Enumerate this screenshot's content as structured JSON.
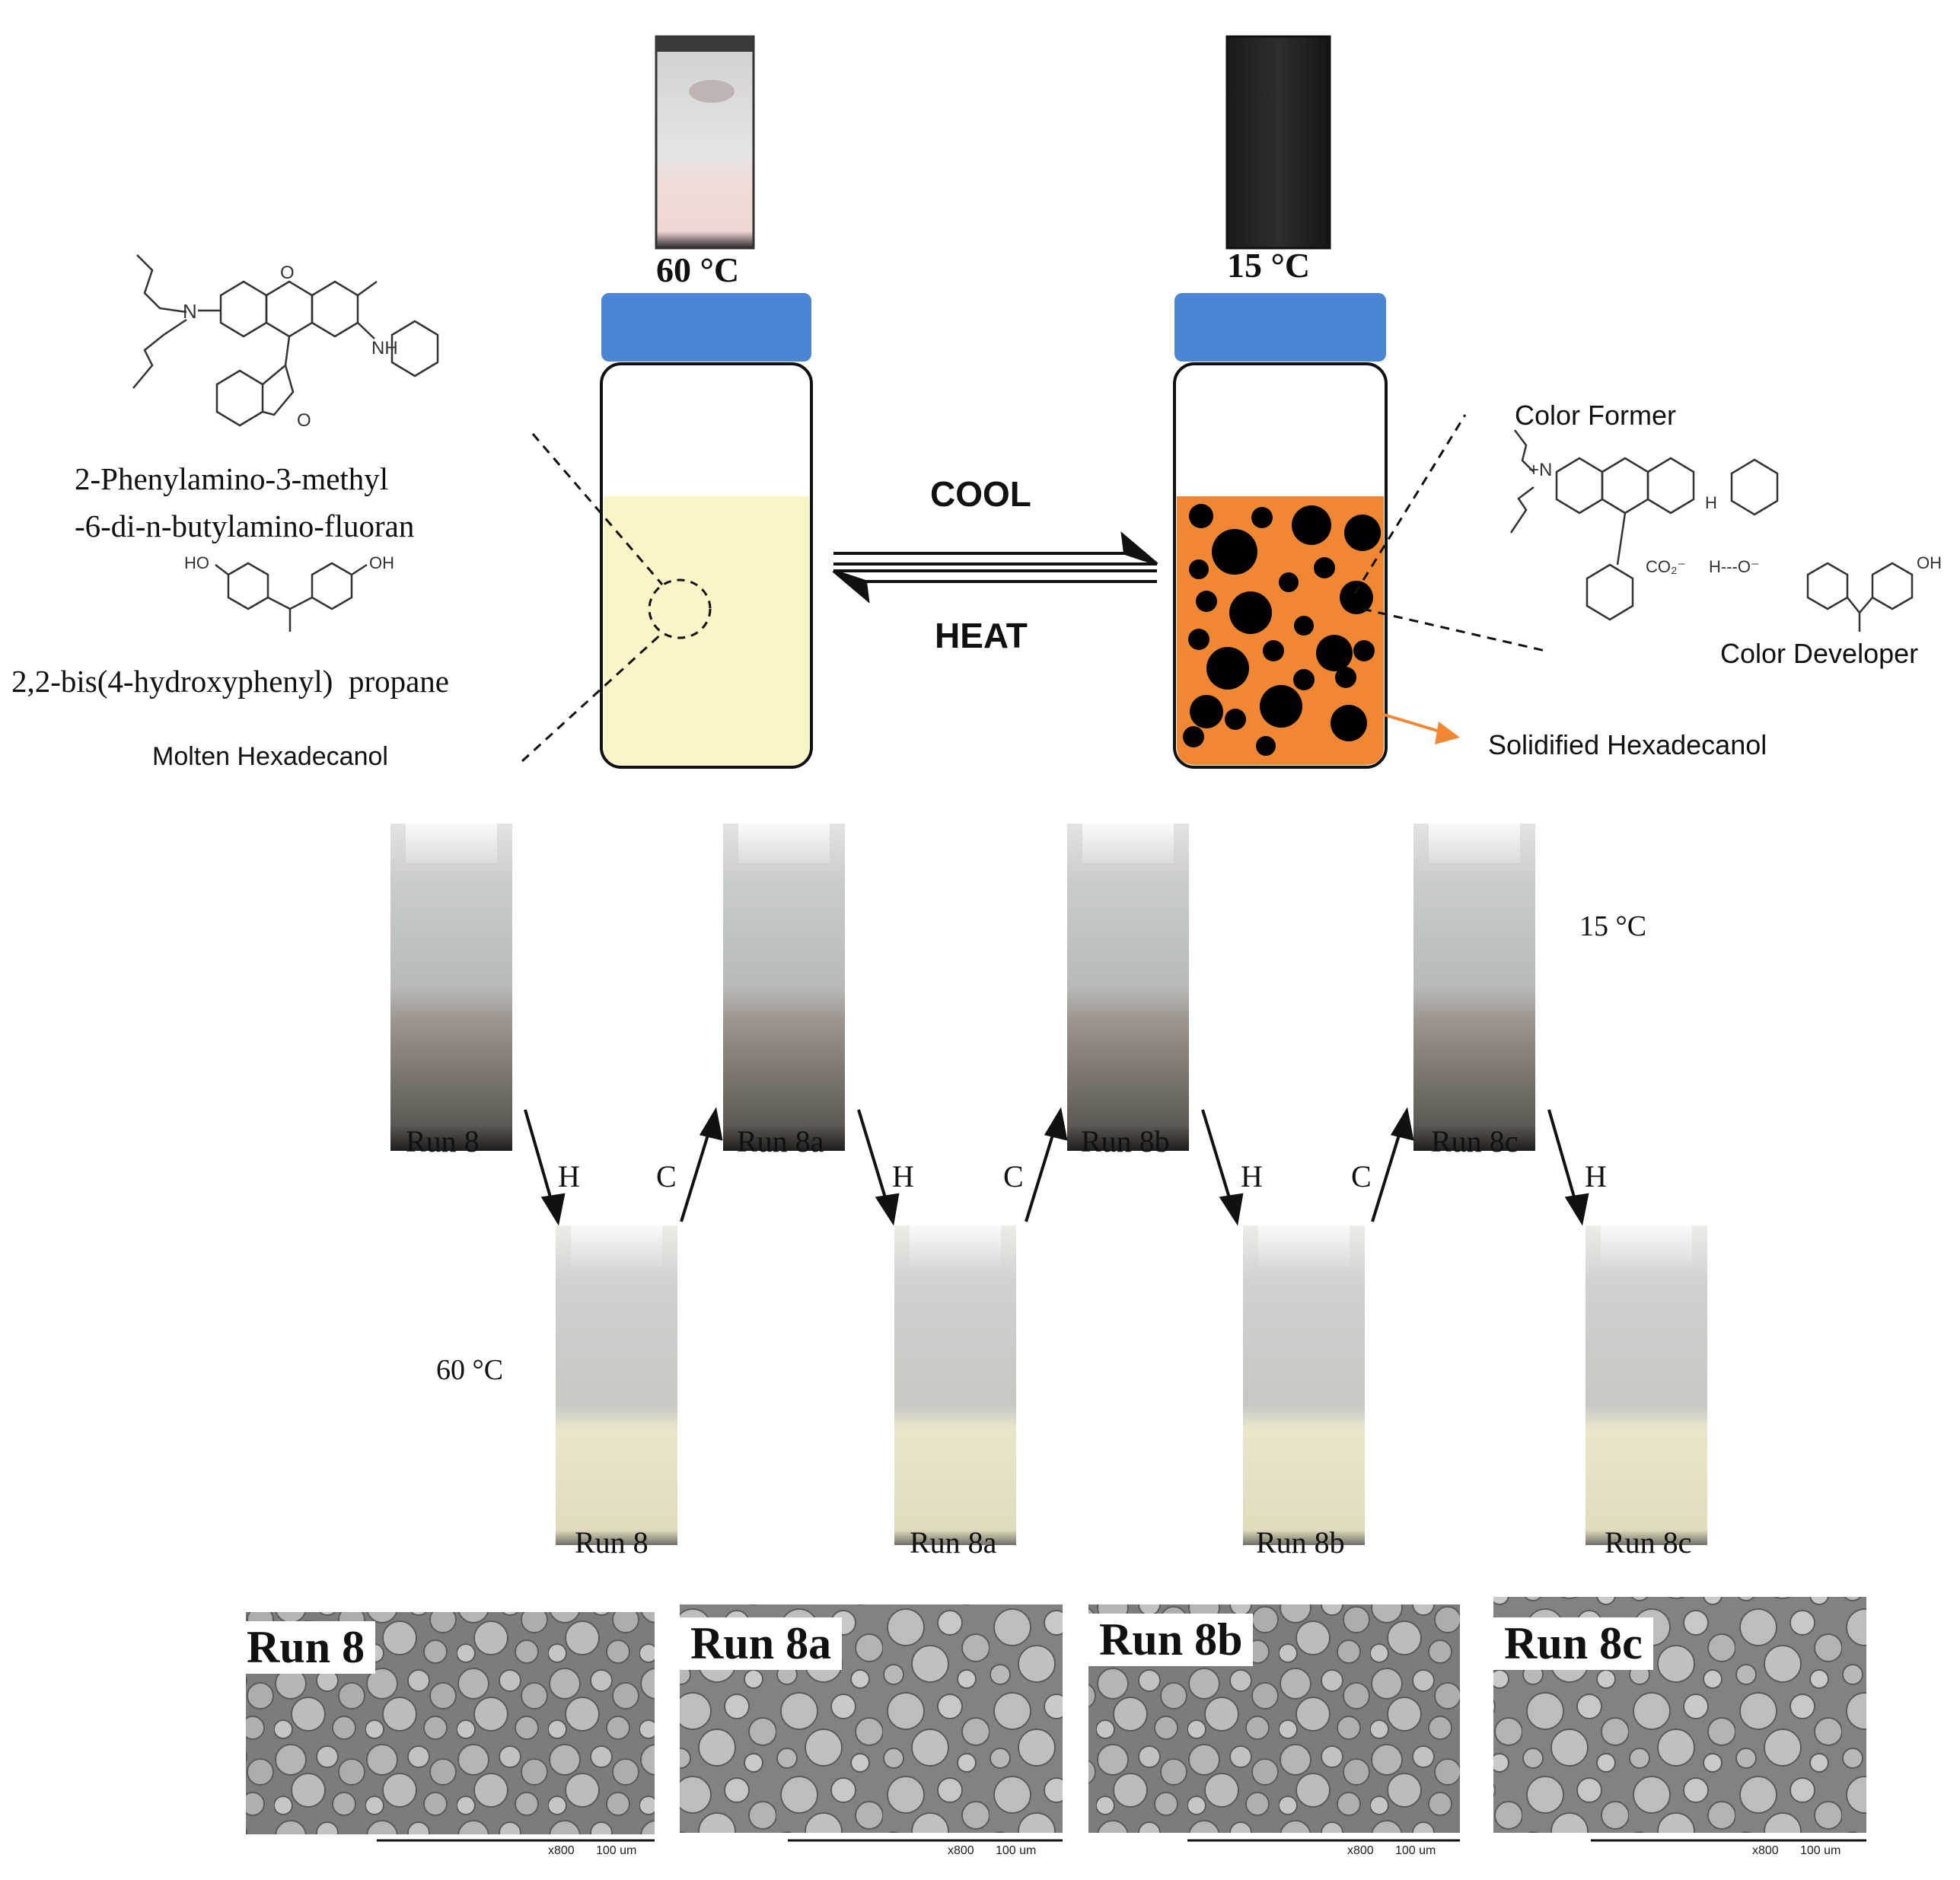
{
  "top_section": {
    "hot_label": "60 °C",
    "cold_label": "15 °C",
    "cool_label": "COOL",
    "heat_label": "HEAT",
    "color_former_name_line1": "2-Phenylamino-3-methyl",
    "color_former_name_line2": "-6-di-n-butylamino-fluoran",
    "developer_name": "2,2-bis(4-hydroxyphenyl)  propane",
    "molten_label": "Molten Hexadecanol",
    "solidified_label": "Solidified Hexadecanol",
    "color_former_label": "Color Former",
    "color_developer_label": "Color Developer",
    "structure_labels": {
      "n_atom": "N",
      "nh": "NH",
      "h": "H",
      "o_atom": "O",
      "carbonyl_o": "O",
      "ho_left": "HO",
      "oh_right": "OH",
      "n_plus": "+N",
      "co2": "CO₂⁻",
      "h_bond": "H---O⁻",
      "oh_developer": "OH"
    }
  },
  "cycle": {
    "top_temp": "15 °C",
    "bottom_temp": "60 °C",
    "top_runs": [
      "Run 8",
      "Run 8a",
      "Run 8b",
      "Run 8c"
    ],
    "bottom_runs": [
      "Run 8",
      "Run 8a",
      "Run 8b",
      "Run 8c"
    ],
    "heat_letter": "H",
    "cool_letter": "C"
  },
  "sem": {
    "titles": [
      "Run 8",
      "Run 8a",
      "Run 8b",
      "Run 8c"
    ],
    "magnification": "x800",
    "scale": "100 um"
  },
  "colors": {
    "cap_blue": "#4a86d3",
    "molten_fill": "#faf5c6",
    "solid_fill": "#f08833",
    "particles": "#000000",
    "orange_arrow": "#f08833"
  }
}
